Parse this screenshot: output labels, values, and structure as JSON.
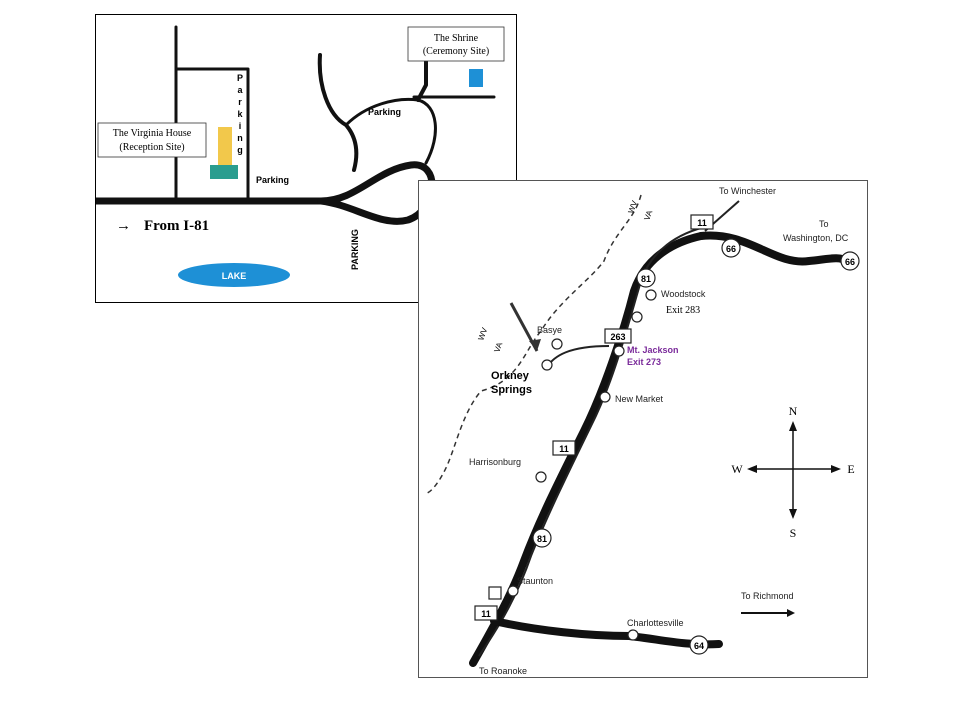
{
  "detail_map": {
    "shrine_label_line1": "The Shrine",
    "shrine_label_line2": "(Ceremony Site)",
    "virginia_house_line1": "The Virginia House",
    "virginia_house_line2": "(Reception Site)",
    "parking_vertical": [
      "P",
      "a",
      "r",
      "k",
      "i",
      "n",
      "g"
    ],
    "parking_top": "Parking",
    "parking_left": "Parking",
    "parking_rotated": "PARKING",
    "from_i81": "From I-81",
    "arrow_glyph": "→",
    "lake": "LAKE",
    "colors": {
      "shrine": "#1e90d6",
      "house": "#f2c84b",
      "house_base": "#2a9d8f",
      "lake": "#1e90d6"
    }
  },
  "region_map": {
    "to_winchester": "To Winchester",
    "to_washington_line1": "To",
    "to_washington_line2": "Washington, DC",
    "wv": "WV",
    "va": "VA",
    "route_11_top": "11",
    "route_66_a": "66",
    "route_66_b": "66",
    "route_81_top": "81",
    "woodstock": "Woodstock",
    "exit_283": "Exit 283",
    "basye": "Basye",
    "route_263": "263",
    "mt_jackson": "Mt. Jackson",
    "exit_273": "Exit 273",
    "orkney_line1": "Orkney",
    "orkney_line2": "Springs",
    "new_market": "New Market",
    "route_11_mid": "11",
    "harrisonburg": "Harrisonburg",
    "route_81_mid": "81",
    "staunton": "Staunton",
    "route_11_low": "11",
    "charlottesville": "Charlottesville",
    "route_64": "64",
    "to_roanoke": "To Roanoke",
    "to_richmond": "To Richmond",
    "compass": {
      "n": "N",
      "s": "S",
      "e": "E",
      "w": "W"
    },
    "colors": {
      "highlight": "#7a2a9a"
    }
  }
}
